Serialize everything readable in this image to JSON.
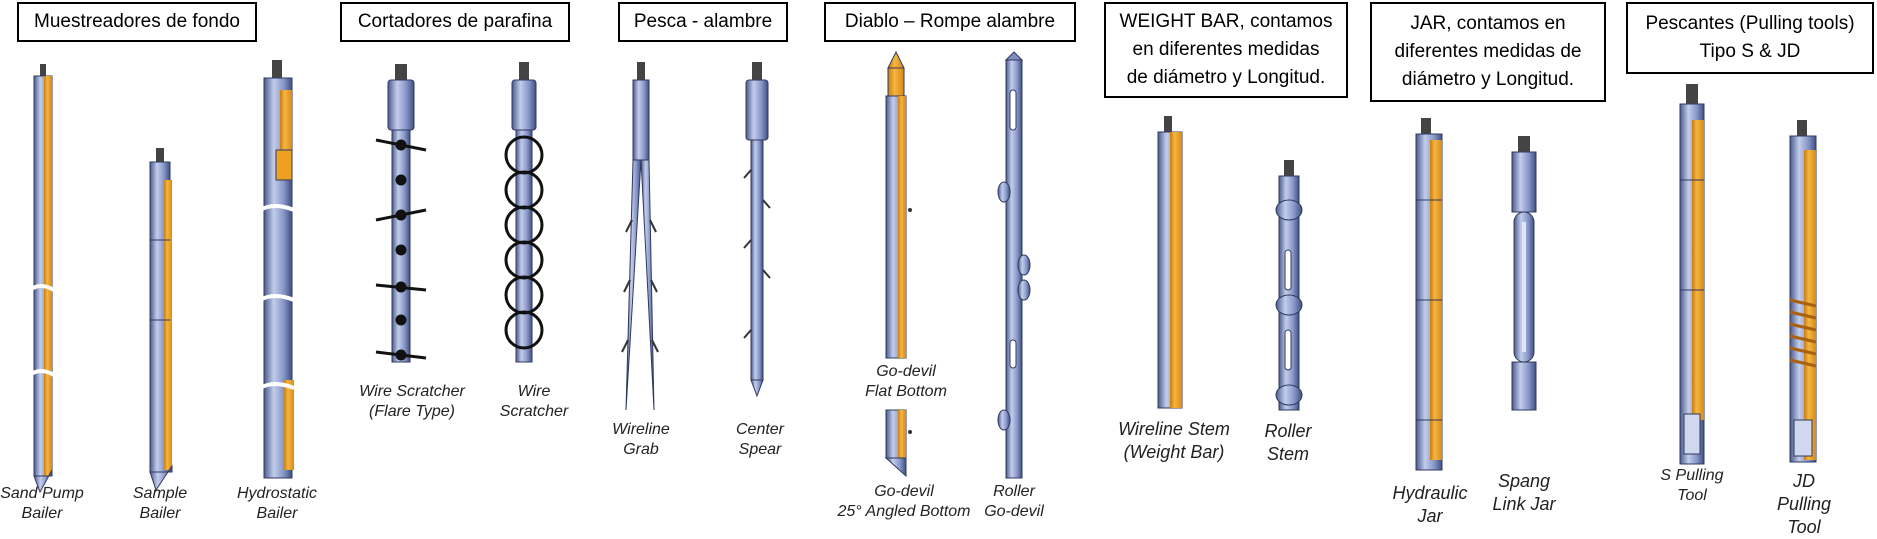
{
  "colors": {
    "steel": "#7f8fbf",
    "steel_dark": "#3f4f7f",
    "steel_light": "#b4c0e0",
    "brass": "#e8a020",
    "thread": "#444444"
  },
  "sections": [
    {
      "title": "Muestreadores de fondo",
      "tools": [
        {
          "label": "Sand Pump\nBailer",
          "icon": "sand-pump-bailer"
        },
        {
          "label": "Sample\nBailer",
          "icon": "sample-bailer"
        },
        {
          "label": "Hydrostatic\nBailer",
          "icon": "hydrostatic-bailer"
        }
      ]
    },
    {
      "title": "Cortadores de parafina",
      "tools": [
        {
          "label": "Wire Scratcher\n(Flare Type)",
          "icon": "wire-scratcher-flare"
        },
        {
          "label": "Wire\nScratcher",
          "icon": "wire-scratcher"
        }
      ]
    },
    {
      "title": "Pesca - alambre",
      "tools": [
        {
          "label": "Wireline\nGrab",
          "icon": "wireline-grab"
        },
        {
          "label": "Center\nSpear",
          "icon": "center-spear"
        }
      ]
    },
    {
      "title": "Diablo – Rompe alambre",
      "tools": [
        {
          "label": "Go-devil\nFlat Bottom",
          "icon": "go-devil-flat"
        },
        {
          "label": "Go-devil\n25° Angled Bottom",
          "icon": "go-devil-angled"
        },
        {
          "label": "Roller\nGo-devil",
          "icon": "roller-go-devil"
        }
      ]
    },
    {
      "title": "WEIGHT BAR, contamos\nen diferentes medidas\nde diámetro y Longitud.",
      "tools": [
        {
          "label": "Wireline Stem\n(Weight Bar)",
          "icon": "wireline-stem"
        },
        {
          "label": "Roller\nStem",
          "icon": "roller-stem"
        }
      ]
    },
    {
      "title": "JAR, contamos en\ndiferentes medidas de\ndiámetro y Longitud.",
      "tools": [
        {
          "label": "Hydraulic\nJar",
          "icon": "hydraulic-jar"
        },
        {
          "label": "Spang\nLink Jar",
          "icon": "spang-link-jar"
        }
      ]
    },
    {
      "title": "Pescantes (Pulling tools)\nTipo S & JD",
      "tools": [
        {
          "label": "S Pulling\nTool",
          "icon": "s-pulling-tool"
        },
        {
          "label": "JD Pulling\nTool",
          "icon": "jd-pulling-tool"
        }
      ]
    }
  ]
}
